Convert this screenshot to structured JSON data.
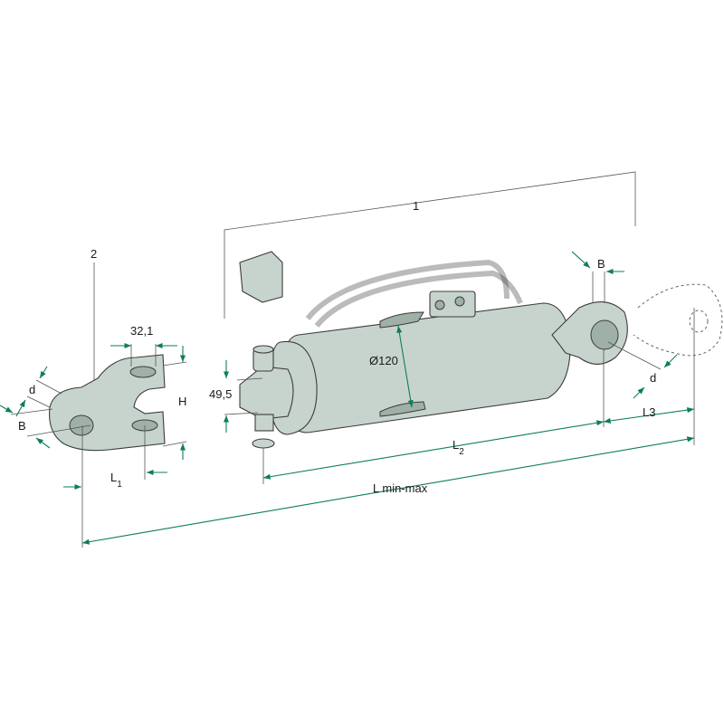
{
  "diagram": {
    "title": "Hydraulic top link cylinder with clevis",
    "colors": {
      "part_fill": "#c7d4cd",
      "outline": "#3c3c3c",
      "dimension_arrow": "#0e7d5c"
    },
    "labels": {
      "item_1": "1",
      "item_2": "2",
      "clevis_gap": "32,1",
      "clevis_d": "d",
      "clevis_b": "B",
      "clevis_h": "H",
      "clevis_l": "L",
      "clevis_l_sub": "1",
      "pin_dim": "49,5",
      "diameter": "Ø120",
      "ball_b": "B",
      "ball_d": "d",
      "l3": "L3",
      "l2": "L",
      "l2_sub": "2",
      "l_total": "L min-max"
    }
  }
}
